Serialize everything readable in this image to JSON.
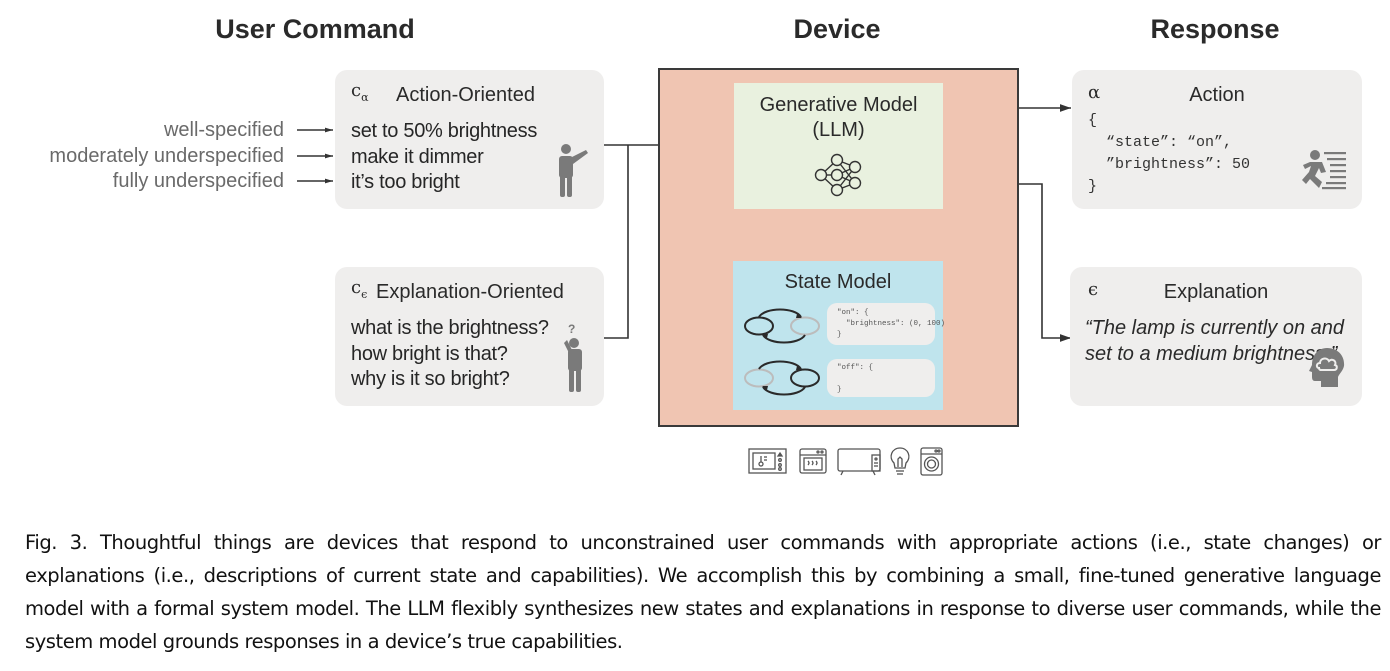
{
  "columns": {
    "user_command": "User Command",
    "device": "Device",
    "response": "Response"
  },
  "specificity_labels": [
    "well-specified",
    "moderately underspecified",
    "fully underspecified"
  ],
  "action_command": {
    "symbol": "c",
    "subscript": "α",
    "title": "Action-Oriented",
    "examples": [
      "set to 50% brightness",
      "make it dimmer",
      "it’s too bright"
    ],
    "icon": "person-pointing-icon"
  },
  "explanation_command": {
    "symbol": "c",
    "subscript": "ϵ",
    "title": "Explanation-Oriented",
    "examples": [
      "what is the brightness?",
      "how bright is that?",
      "why is it so bright?"
    ],
    "icon": "person-questioning-icon"
  },
  "device": {
    "generative_model": {
      "title_line1": "Generative Model",
      "title_line2": "(LLM)",
      "icon": "neural-network-icon"
    },
    "state_model": {
      "title": "State Model",
      "states": [
        {
          "code": "\"on\": {\n  \"brightness\": (0, 100)\n}"
        },
        {
          "code": "\"off\": {\n\n}"
        }
      ]
    },
    "device_icons": [
      "thermostat-icon",
      "oven-icon",
      "tv-icon",
      "lightbulb-icon",
      "washing-machine-icon"
    ]
  },
  "action_response": {
    "symbol": "α",
    "title": "Action",
    "code": "{\n  “state”: “on”,\n  ”brightness”: 50\n}",
    "icon": "running-person-icon"
  },
  "explanation_response": {
    "symbol": "ϵ",
    "title": "Explanation",
    "text": "“The lamp is currently on and set to a medium brightness.”",
    "icon": "head-thought-icon"
  },
  "colors": {
    "device_bg": "#f0c5b2",
    "generative_bg": "#e9f1df",
    "state_bg": "#bfe4ed",
    "card_bg": "#efeeed",
    "icon_gray": "#7a7a7a"
  },
  "caption": "Fig. 3.  Thoughtful things are devices that respond to unconstrained user commands with appropriate actions (i.e., state changes) or explanations (i.e., descriptions of current state and capabilities). We accomplish this by combining a small, fine-tuned generative language model with a formal system model. The LLM flexibly synthesizes new states and explanations in response to diverse user commands, while the system model grounds responses in a device’s true capabilities."
}
